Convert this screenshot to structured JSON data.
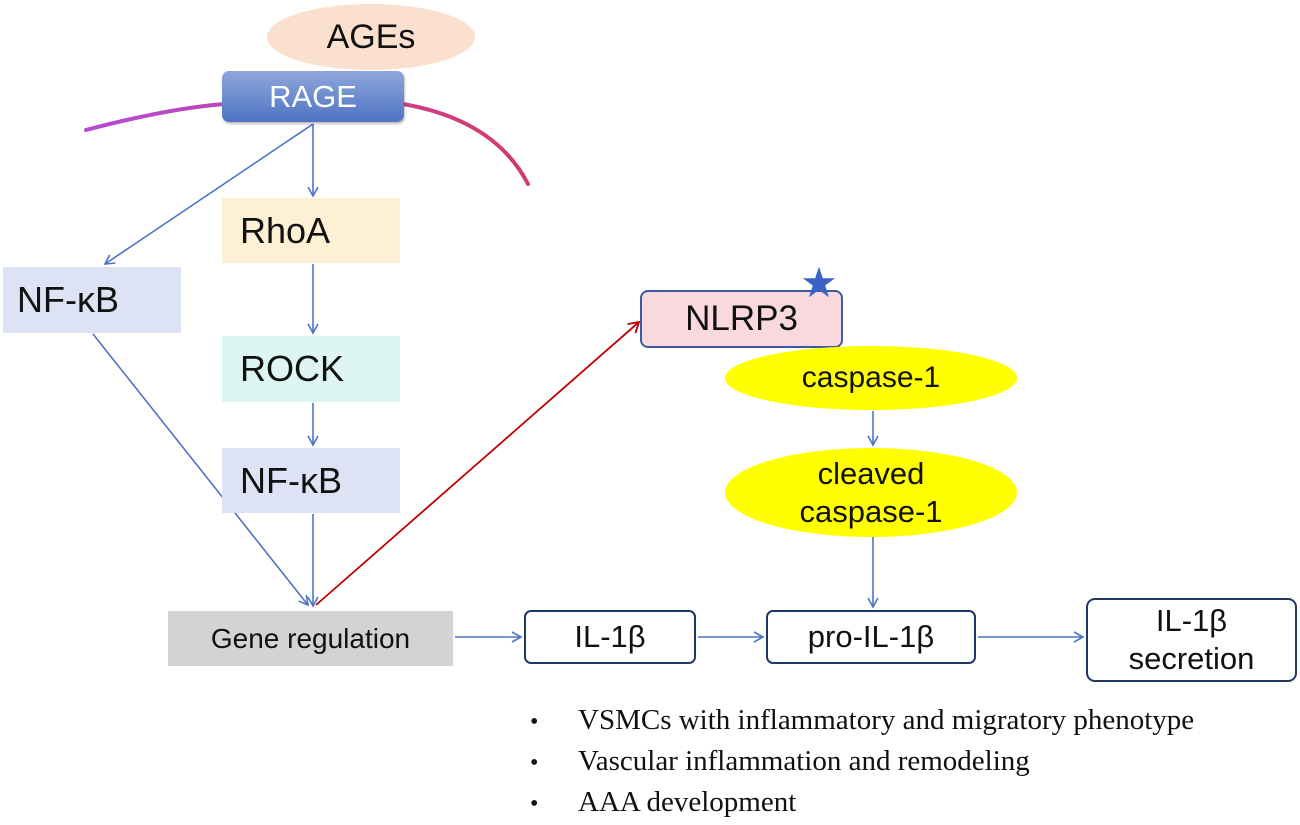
{
  "nodes": {
    "ages": "AGEs",
    "rage": "RAGE",
    "nfkb_left": "NF-κB",
    "rhoa": "RhoA",
    "rock": "ROCK",
    "nfkb_mid": "NF-κB",
    "gene_regulation": "Gene regulation",
    "nlrp3": "NLRP3",
    "caspase1": "caspase-1",
    "cleaved_caspase1": [
      "cleaved",
      "caspase-1"
    ],
    "il1b": "IL-1β",
    "pro_il1b": "pro-IL-1β",
    "il1b_secretion": [
      "IL-1β",
      "secretion"
    ]
  },
  "outcomes": [
    "VSMCs with inflammatory and migratory phenotype",
    "Vascular inflammation and remodeling",
    "AAA development"
  ],
  "bullet_glyph": "•",
  "star_glyph": "★",
  "colors": {
    "arrow_blue": "#4f74c3",
    "arrow_red": "#c00000",
    "membrane_left": "#b44bd6",
    "membrane_right": "#d43a6a",
    "yellow": "#ffff00",
    "star": "#3a63c5"
  }
}
